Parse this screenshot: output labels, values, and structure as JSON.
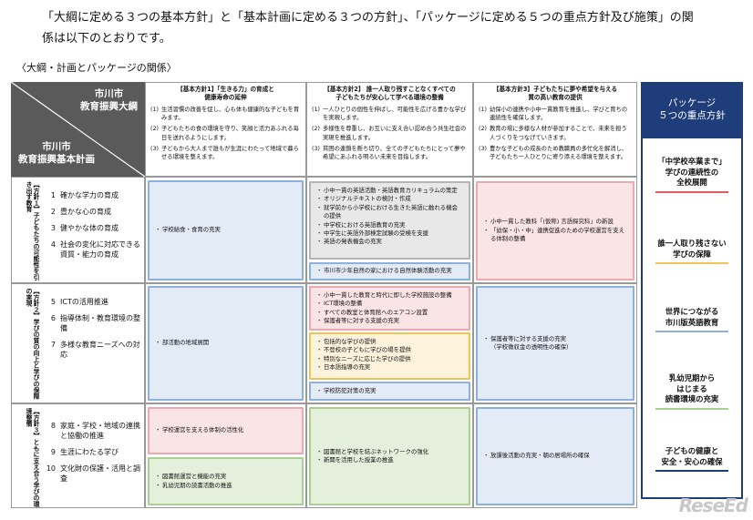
{
  "intro": "「大綱に定める３つの基本方針」と「基本計画に定める３つの方針」、「パッケージに定める５つの重点方針及び施策」の関係は以下のとおりです。",
  "caption": "〈大綱・計画とパッケージの関係〉",
  "header": {
    "taiko": "市川市\n教育振興大綱",
    "keikaku": "市川市\n教育振興基本計画"
  },
  "columns": [
    {
      "title": "【基本方針1】「生きる力」の育成と\n健康寿命の延伸",
      "items": [
        {
          "n": "(1)",
          "t": "生活習慣の改善を促し、心も体も健康的な子どもを育みます。"
        },
        {
          "n": "(2)",
          "t": "子どもたちの食の環境を守り、笑顔と活力あふれる毎日を送れるようにします。"
        },
        {
          "n": "(3)",
          "t": "子どもから大人まで誰もが生涯にわたって地域で暮らせる環境を整えます。"
        }
      ]
    },
    {
      "title": "【基本方針2】 誰一人取り残すことなくすべての\n子どもたちが安心して学べる環境の整備",
      "items": [
        {
          "n": "(1)",
          "t": "一人ひとりの個性を伸ばし、可能性を広げる豊かな学びを実現します。"
        },
        {
          "n": "(2)",
          "t": "多様性を尊重し、お互いに支え合い認め合う共生社会の実現を推進します。"
        },
        {
          "n": "(3)",
          "t": "貧困の連鎖を断ち切り、全ての子どもたちにとって夢や希望にあふれる明るい未来を目指します。"
        }
      ]
    },
    {
      "title": "【基本方針3】子どもたちに夢や希望を与える\n質の高い教育の提供",
      "items": [
        {
          "n": "(1)",
          "t": "幼保小の連携や小中一貫教育を推進し、学びと育ちの連続性を確保します。"
        },
        {
          "n": "(2)",
          "t": "教育の場に多様な人材が参加することで、未来を担う人づくりをつなげていきます。"
        },
        {
          "n": "(3)",
          "t": "豊かな子どもの成長のため教職員の多忙化を解消し、子どもたち一人ひとりに寄り添える環境を整えます。"
        }
      ]
    }
  ],
  "rows": [
    {
      "title": "【方針１】子どもたちの可能性を引き出す教育",
      "items": [
        {
          "n": "1",
          "t": "確かな学力の育成"
        },
        {
          "n": "2",
          "t": "豊かな心の育成"
        },
        {
          "n": "3",
          "t": "健やかな体の育成"
        },
        {
          "n": "4",
          "t": "社会の変化に対応できる資質・能力の育成"
        }
      ]
    },
    {
      "title": "【方針２】学びの質の向上と学びの保障の実現",
      "items": [
        {
          "n": "5",
          "t": "ICTの活用推進"
        },
        {
          "n": "6",
          "t": "指導体制・教育環境の整備"
        },
        {
          "n": "7",
          "t": "多様な教育ニーズへの対応"
        }
      ]
    },
    {
      "title": "【方針３】ともに支え合う学びの環境整備",
      "items": [
        {
          "n": "8",
          "t": "家庭・学校・地域の連携と協働の推進"
        },
        {
          "n": "9",
          "t": "生涯にわたる学び"
        },
        {
          "n": "10",
          "t": "文化財の保護・活用と調査"
        }
      ]
    }
  ],
  "boxes": {
    "r1c1": [
      "学校給食・食育の充実"
    ],
    "r1c2a": [
      "小中一貫の英語活動・英語教育カリキュラムの策定",
      "オリジナルテキストの検討・作成",
      "就学前から小学校における生きた英語に触れる機会の提供",
      "中学校における英語教育の充実",
      "中学生に英語外部検定試験の受検を支援",
      "英語の発表機会の充実"
    ],
    "r1c2b": [
      "市川市少年自然の家における自然体験活動の充実"
    ],
    "r1c3": [
      "小中一貫した教科「(仮称) 言語探究科」の新設",
      "「幼保・小・中」連携促進のための学校運営を支える体制の整備"
    ],
    "r2c1": [
      "部活動の地域展開"
    ],
    "r2c2a": [
      "小中一貫した教育と時代に即した学校施設の整備",
      "ICT環境の整備",
      "すべての教室と体育館へのエアコン設置",
      "保護者等に対する支援の充実"
    ],
    "r2c2b": [
      "包括的な学びの提供",
      "不登校の子どもに学びの場を提供",
      "特別なニーズに応じた学びの提供",
      "日本語指導の充実"
    ],
    "r2c2c": [
      "学校防犯対策の充実"
    ],
    "r2c3": [
      "保護者等に対する支援の充実\n（学校徴収金の透明性の確保）"
    ],
    "r3c1a": [
      "学校運営を支える体制の活性化"
    ],
    "r3c1b": [
      "図書館運営と機能の充実",
      "乳幼児期の読書活動の推進"
    ],
    "r3c2": [
      "図書館と学校を結ぶネットワークの強化",
      "新聞を活用した授業の推進"
    ],
    "r3c3": [
      "放課後活動の充実・朝の居場所の確保"
    ]
  },
  "package": {
    "title": "パッケージ\n５つの重点方針",
    "items": [
      {
        "text": "「中学校卒業まで」\n学びの連続性の\n全校展開",
        "color": "#e05a6a"
      },
      {
        "text": "誰一人取り残さない\n学びの保障",
        "color": "#f1c553"
      },
      {
        "text": "世界につながる\n市川版英語教育",
        "color": "#8db0dc"
      },
      {
        "text": "乳幼児期から\nはじまる\n読書環境の充実",
        "color": "#a9d08e"
      },
      {
        "text": "子どもの健康と\n安全・安心の確保",
        "color": "#1f3d7a"
      }
    ]
  },
  "watermark": "ReseEd"
}
